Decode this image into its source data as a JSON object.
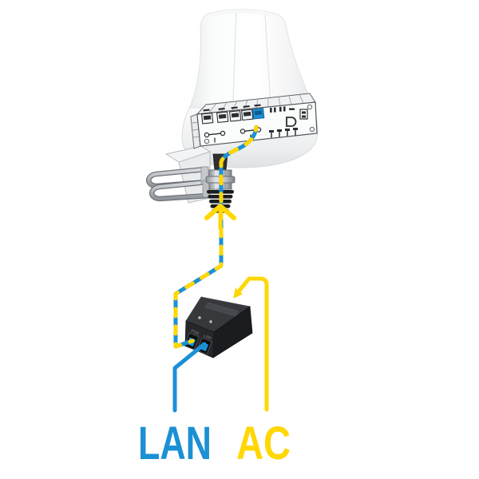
{
  "labels": {
    "lan": "LAN",
    "ac": "AC"
  },
  "injector": {
    "port_left_label": "POE",
    "port_right_label": "LAN"
  },
  "colors": {
    "lan_blue": "#1B90D5",
    "ac_yellow": "#FFD704",
    "injector_front": "#26272B",
    "injector_top": "#36383C",
    "injector_side": "#1B1C1F",
    "metal_gray": "#AEB4BA",
    "lineart_stroke": "#3A3F44"
  },
  "icons": {
    "cable_direction_arrow": "up-chevron",
    "ac_input_arrow": "down-left-arrow"
  }
}
